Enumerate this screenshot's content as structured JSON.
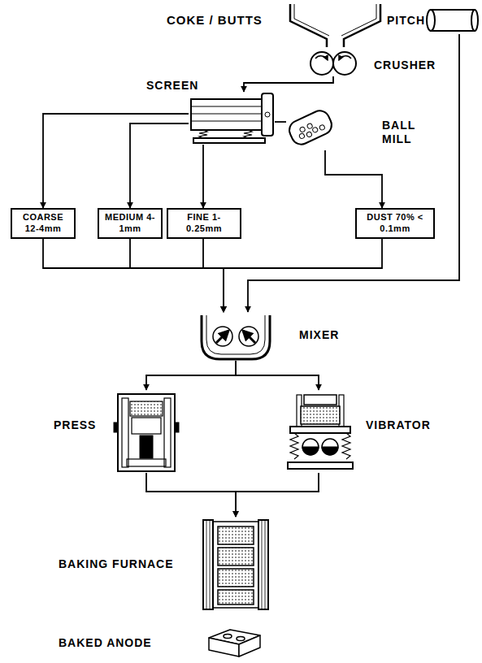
{
  "diagram": {
    "nodes": [
      {
        "text": [
          "COKE / BUTTS"
        ]
      },
      {
        "text": [
          "PITCH"
        ]
      },
      {
        "text": [
          "CRUSHER"
        ]
      },
      {
        "text": [
          "SCREEN"
        ]
      },
      {
        "text": [
          "BALL MILL"
        ]
      },
      {
        "text": [
          "COARSE 12-4mm"
        ]
      },
      {
        "text": [
          "MEDIUM 4-1mm"
        ]
      },
      {
        "text": [
          "FINE 1-0.25mm"
        ]
      },
      {
        "text": [
          "DUST 70% < 0.1mm"
        ]
      },
      {
        "text": [
          "MIXER"
        ]
      },
      {
        "text": [
          "PRESS"
        ]
      },
      {
        "text": [
          "VIBRATOR"
        ]
      },
      {
        "text": [
          "BAKING FURNACE"
        ]
      },
      {
        "text": [
          "BAKED ANODE"
        ]
      }
    ],
    "edges": [
      {
        "from": 2,
        "to": 3,
        "arrow": "to"
      },
      {
        "from": 3,
        "to": 5,
        "arrow": "to"
      },
      {
        "from": 3,
        "to": 6,
        "arrow": "to"
      },
      {
        "from": 3,
        "to": 7,
        "arrow": "to"
      },
      {
        "from": 3,
        "to": 4,
        "arrow": "none"
      },
      {
        "from": 4,
        "to": 8,
        "arrow": "to"
      },
      {
        "from": 5,
        "to": 9,
        "arrow": "to"
      },
      {
        "from": 6,
        "to": 9,
        "arrow": "to"
      },
      {
        "from": 7,
        "to": 9,
        "arrow": "to"
      },
      {
        "from": 8,
        "to": 9,
        "arrow": "to"
      },
      {
        "from": 1,
        "to": 9,
        "arrow": "to"
      },
      {
        "from": 9,
        "to": 10,
        "arrow": "to"
      },
      {
        "from": 9,
        "to": 11,
        "arrow": "to"
      },
      {
        "from": 10,
        "to": 12,
        "arrow": "to"
      },
      {
        "from": 11,
        "to": 12,
        "arrow": "to"
      }
    ]
  }
}
